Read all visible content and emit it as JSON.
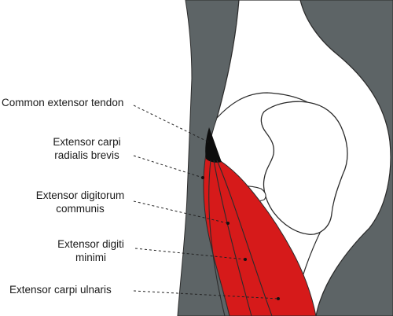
{
  "labels": {
    "common_extensor_tendon": "Common extensor tendon",
    "ecrb_line1": "Extensor carpi",
    "ecrb_line2": "radialis brevis",
    "edc_line1": "Extensor digitorum",
    "edc_line2": "communis",
    "edm_line1": "Extensor digiti",
    "edm_line2": "minimi",
    "ecu": "Extensor carpi ulnaris"
  },
  "colors": {
    "bone_gray": "#5d6466",
    "bone_outline": "#2b2b2b",
    "muscle_red": "#d61a1a",
    "tendon_black": "#0d0d0d",
    "leader_line": "#222222"
  }
}
